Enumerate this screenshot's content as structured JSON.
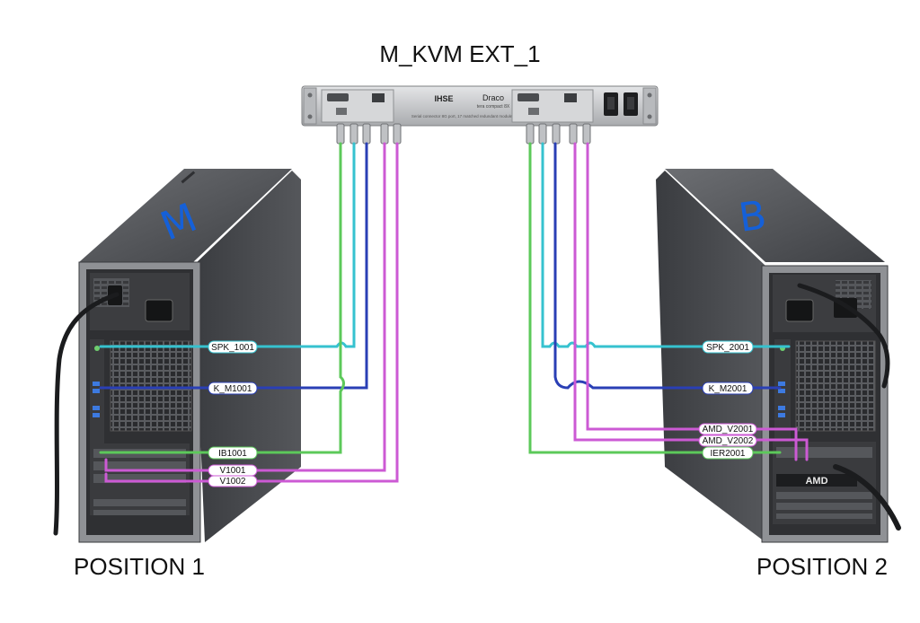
{
  "diagram": {
    "title": "M_KVM EXT_1",
    "device": {
      "brand": "IHSE",
      "model": "Draco",
      "model_sub": "tera compact 8X",
      "fine_print": "Serial connector 8G port, 17 matched redundant module"
    },
    "computers": [
      {
        "mark": "M",
        "label": "POSITION 1"
      },
      {
        "mark": "B",
        "label": "POSITION 2"
      }
    ],
    "gpu_brand": "AMD",
    "cables": {
      "left": [
        "SPK_1001",
        "K_M1001",
        "IB1001",
        "V1001",
        "V1002"
      ],
      "right": [
        "SPK_2001",
        "K_M2001",
        "AMD_V2001",
        "AMD_V2002",
        "IER2001"
      ]
    },
    "colors": {
      "cyan": "#36c2cf",
      "blue": "#2a3fb5",
      "green": "#5cc95a",
      "magenta": "#cc5ad4",
      "case_body": "#4a4c50",
      "case_dark": "#2c2d30",
      "rack": "#c9cacc",
      "handwriting": "#1560d8"
    }
  }
}
